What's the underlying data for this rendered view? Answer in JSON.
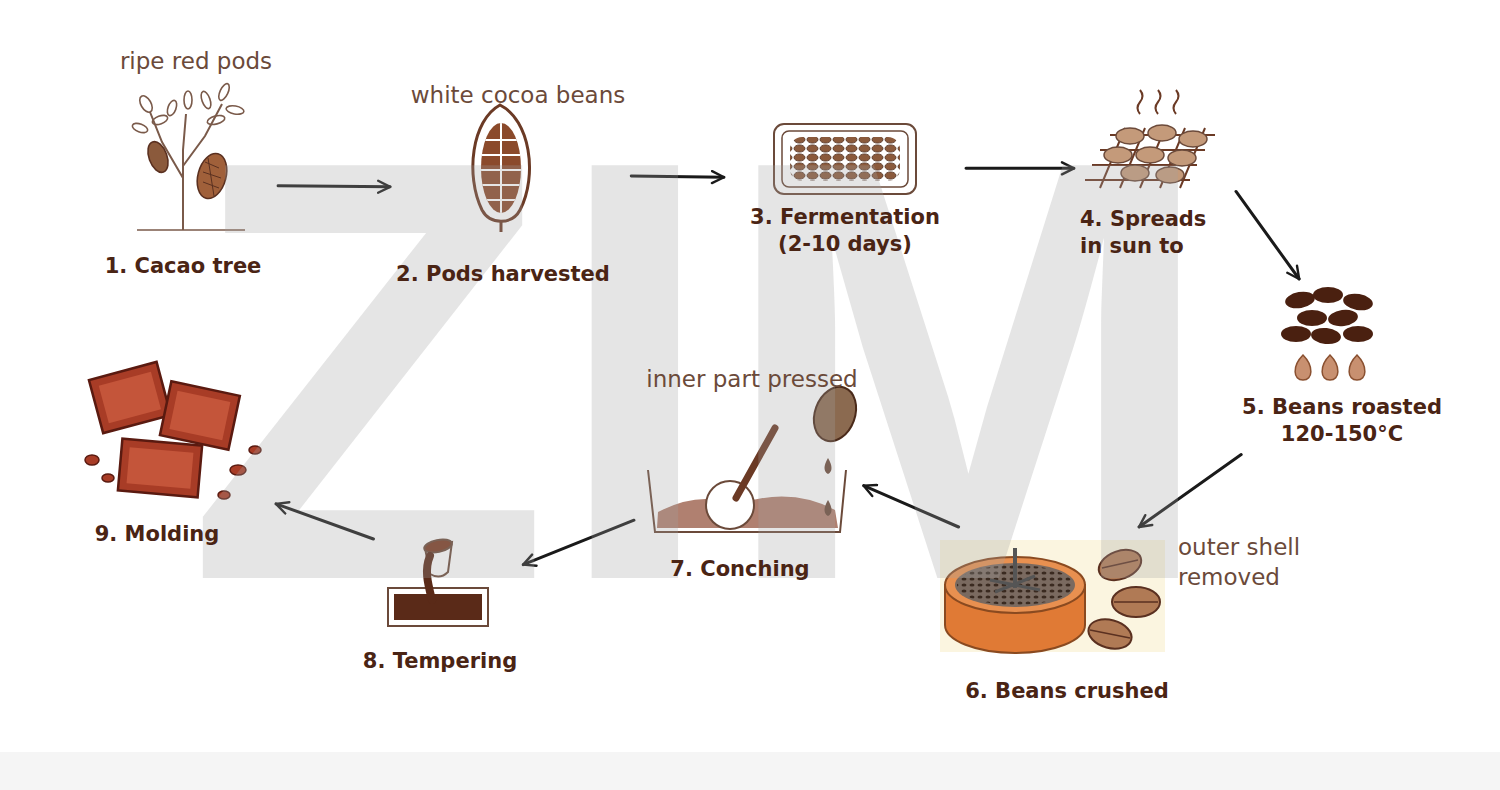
{
  "diagram": {
    "nodes": [
      {
        "text": [
          "ripe red pods",
          "1. Cacao tree"
        ]
      },
      {
        "text": [
          "white cocoa beans",
          "2. Pods harvested"
        ]
      },
      {
        "text": [
          "3. Fermentation (2-10 days)"
        ]
      },
      {
        "text": [
          "4. Spreads in sun to"
        ]
      },
      {
        "text": [
          "5. Beans roasted 120-150°C"
        ]
      },
      {
        "text": [
          "outer shell removed",
          "6. Beans crushed"
        ]
      },
      {
        "text": [
          "inner part pressed",
          "7. Conching"
        ]
      },
      {
        "text": [
          "8. Tempering"
        ]
      },
      {
        "text": [
          "9. Molding"
        ]
      }
    ],
    "edges": [
      {
        "from": 0,
        "to": 1,
        "arrow": "to"
      },
      {
        "from": 1,
        "to": 2,
        "arrow": "to"
      },
      {
        "from": 2,
        "to": 3,
        "arrow": "to"
      },
      {
        "from": 3,
        "to": 4,
        "arrow": "to"
      },
      {
        "from": 4,
        "to": 5,
        "arrow": "to"
      },
      {
        "from": 5,
        "to": 6,
        "arrow": "to"
      },
      {
        "from": 6,
        "to": 7,
        "arrow": "to"
      },
      {
        "from": 7,
        "to": 8,
        "arrow": "to"
      }
    ],
    "labels": [
      "ZIM"
    ]
  }
}
